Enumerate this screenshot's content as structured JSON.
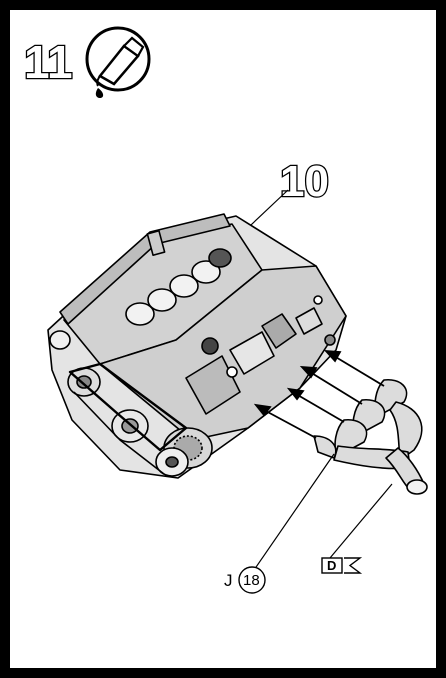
{
  "step": {
    "number": "11",
    "icon": "glue-tube-icon"
  },
  "main_part": {
    "number": "10"
  },
  "callouts": [
    {
      "prefix": "J",
      "number": "18"
    }
  ],
  "reference": {
    "letter": "D"
  }
}
